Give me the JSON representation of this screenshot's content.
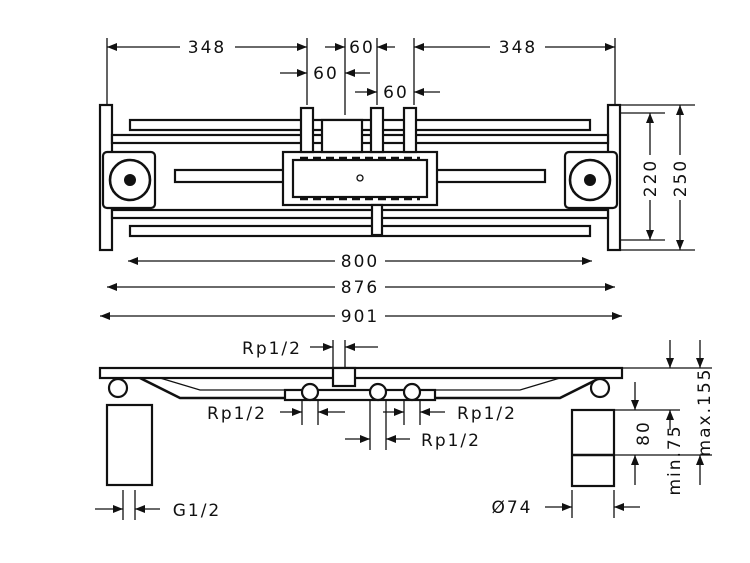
{
  "top_view": {
    "dims": {
      "left_width": "348",
      "center_gap": "60",
      "right_width": "348",
      "left_offset": "60",
      "right_offset": "60",
      "inner_length": "800",
      "mid_length": "876",
      "overall_length": "901",
      "inner_height": "220",
      "overall_height": "250"
    }
  },
  "side_view": {
    "labels": {
      "top_outlet": "Rp1/2",
      "left_outlet": "Rp1/2",
      "right_outlet": "Rp1/2",
      "lower_outlet": "Rp1/2",
      "leg_thread": "G1/2",
      "leg_diameter": "Ø74",
      "leg_height": "80",
      "min_height": "min.75",
      "max_height": "max.155"
    }
  }
}
